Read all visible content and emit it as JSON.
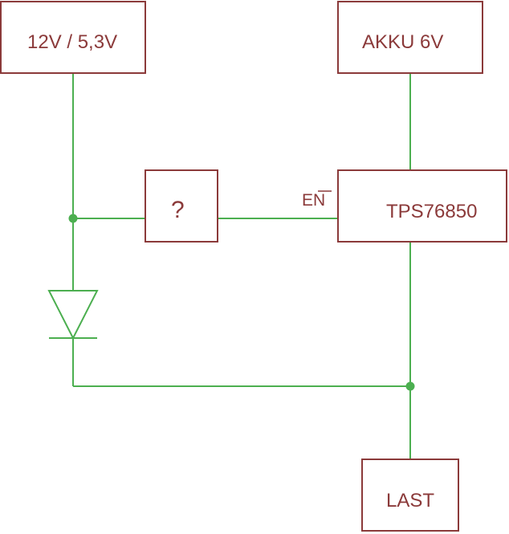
{
  "blocks": {
    "source_12v": "12V / 5,3V",
    "battery": "AKKU 6V",
    "unknown": "?",
    "regulator": "TPS76850",
    "load": "LAST"
  },
  "pins": {
    "enable": "EN"
  },
  "colors": {
    "component": "#8b3a3a",
    "wire": "#4caf50"
  }
}
